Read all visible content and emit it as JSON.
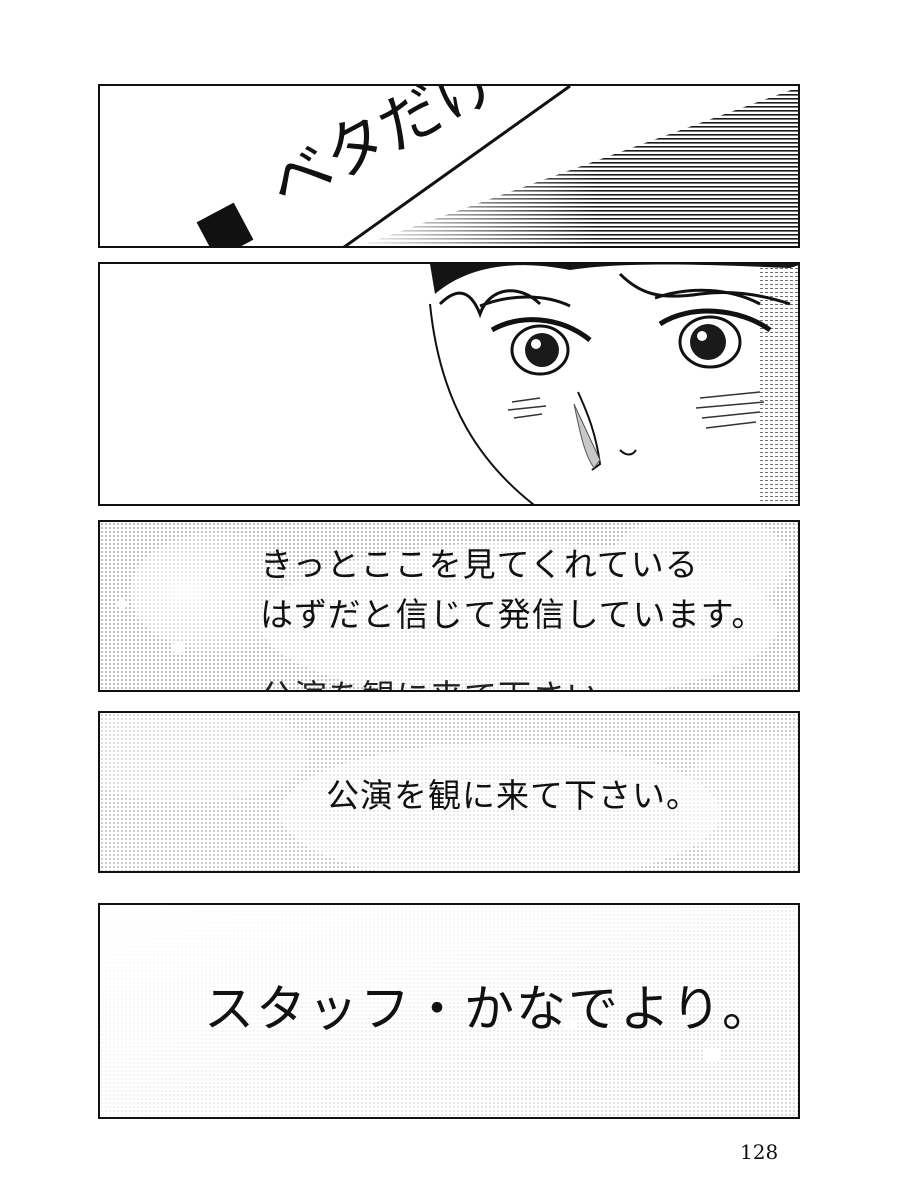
{
  "panels": {
    "top": {
      "diagonal_text": "ベタだけど"
    },
    "bubble1": {
      "line1": "きっとここを見てくれている",
      "line2": "はずだと信じて発信しています。",
      "cutoff": "公演を観に来て下さい。"
    },
    "bubble2": {
      "line": "公演を観に来て下さい。"
    },
    "bubble3": {
      "line": "スタッフ・かなでより。"
    }
  },
  "page": {
    "number": "128"
  }
}
